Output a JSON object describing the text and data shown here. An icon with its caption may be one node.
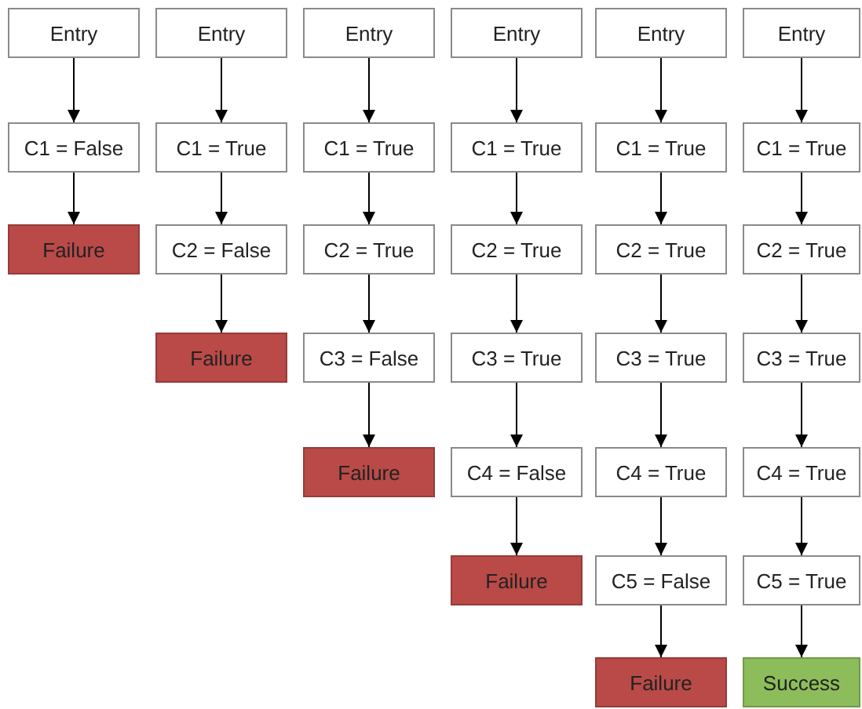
{
  "diagram": {
    "nodes": [
      {
        "text": [
          "Entry"
        ]
      },
      {
        "text": [
          "C1 = False"
        ]
      },
      {
        "text": [
          "Failure"
        ]
      },
      {
        "text": [
          "Entry"
        ]
      },
      {
        "text": [
          "C1 = True"
        ]
      },
      {
        "text": [
          "C2 = False"
        ]
      },
      {
        "text": [
          "Failure"
        ]
      },
      {
        "text": [
          "Entry"
        ]
      },
      {
        "text": [
          "C1 = True"
        ]
      },
      {
        "text": [
          "C2 = True"
        ]
      },
      {
        "text": [
          "C3 = False"
        ]
      },
      {
        "text": [
          "Failure"
        ]
      },
      {
        "text": [
          "Entry"
        ]
      },
      {
        "text": [
          "C1 = True"
        ]
      },
      {
        "text": [
          "C2 = True"
        ]
      },
      {
        "text": [
          "C3 = True"
        ]
      },
      {
        "text": [
          "C4 = False"
        ]
      },
      {
        "text": [
          "Failure"
        ]
      },
      {
        "text": [
          "Entry"
        ]
      },
      {
        "text": [
          "C1 = True"
        ]
      },
      {
        "text": [
          "C2 = True"
        ]
      },
      {
        "text": [
          "C3 = True"
        ]
      },
      {
        "text": [
          "C4 = True"
        ]
      },
      {
        "text": [
          "C5 = False"
        ]
      },
      {
        "text": [
          "Failure"
        ]
      },
      {
        "text": [
          "Entry"
        ]
      },
      {
        "text": [
          "C1 = True"
        ]
      },
      {
        "text": [
          "C2 = True"
        ]
      },
      {
        "text": [
          "C3 = True"
        ]
      },
      {
        "text": [
          "C4 = True"
        ]
      },
      {
        "text": [
          "C5 = True"
        ]
      },
      {
        "text": [
          "Success"
        ]
      }
    ],
    "edges": [
      {
        "from": 0,
        "to": 1,
        "arrow": "to"
      },
      {
        "from": 1,
        "to": 2,
        "arrow": "to"
      },
      {
        "from": 3,
        "to": 4,
        "arrow": "to"
      },
      {
        "from": 4,
        "to": 5,
        "arrow": "to"
      },
      {
        "from": 5,
        "to": 6,
        "arrow": "to"
      },
      {
        "from": 7,
        "to": 8,
        "arrow": "to"
      },
      {
        "from": 8,
        "to": 9,
        "arrow": "to"
      },
      {
        "from": 9,
        "to": 10,
        "arrow": "to"
      },
      {
        "from": 10,
        "to": 11,
        "arrow": "to"
      },
      {
        "from": 12,
        "to": 13,
        "arrow": "to"
      },
      {
        "from": 13,
        "to": 14,
        "arrow": "to"
      },
      {
        "from": 14,
        "to": 15,
        "arrow": "to"
      },
      {
        "from": 15,
        "to": 16,
        "arrow": "to"
      },
      {
        "from": 16,
        "to": 17,
        "arrow": "to"
      },
      {
        "from": 18,
        "to": 19,
        "arrow": "to"
      },
      {
        "from": 19,
        "to": 20,
        "arrow": "to"
      },
      {
        "from": 20,
        "to": 21,
        "arrow": "to"
      },
      {
        "from": 21,
        "to": 22,
        "arrow": "to"
      },
      {
        "from": 22,
        "to": 23,
        "arrow": "to"
      },
      {
        "from": 23,
        "to": 24,
        "arrow": "to"
      },
      {
        "from": 25,
        "to": 26,
        "arrow": "to"
      },
      {
        "from": 26,
        "to": 27,
        "arrow": "to"
      },
      {
        "from": 27,
        "to": 28,
        "arrow": "to"
      },
      {
        "from": 28,
        "to": 29,
        "arrow": "to"
      },
      {
        "from": 29,
        "to": 30,
        "arrow": "to"
      },
      {
        "from": 30,
        "to": 31,
        "arrow": "to"
      }
    ]
  }
}
